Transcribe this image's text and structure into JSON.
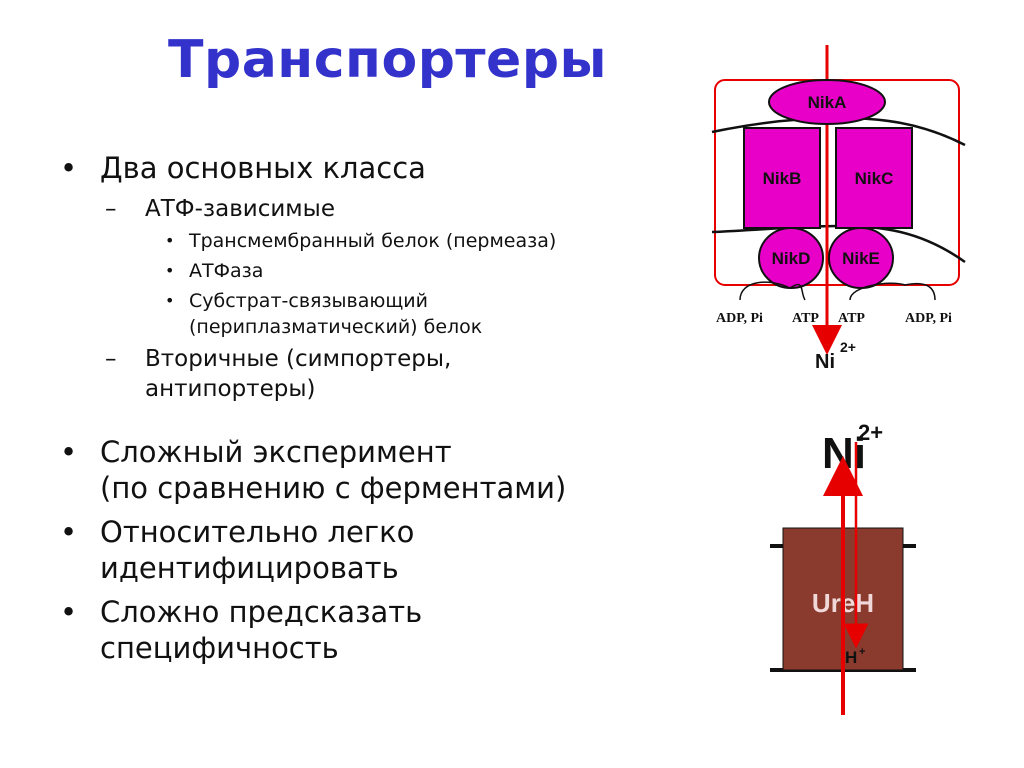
{
  "title": "Транспортеры",
  "bullets": {
    "classes": "Два основных класса",
    "atp_dependent": "АТФ-зависимые",
    "transmembrane": "Трансмембранный белок (пермеаза)",
    "atpase": "АТФаза",
    "substrate_line1": "Субстрат-связывающий",
    "substrate_line2": "(периплазматический) белок",
    "secondary_line1": "Вторичные (симпортеры,",
    "secondary_line2": "антипортеры)",
    "complex_line1": "Сложный эксперимент",
    "complex_line2": "(по сравнению с ферментами)",
    "easy_line1": "Относительно легко",
    "easy_line2": "идентифицировать",
    "hard_line1": "Сложно предсказать",
    "hard_line2": "специфичность"
  },
  "diagram_nik": {
    "nika": "NikA",
    "nikb": "NikB",
    "nikc": "NikC",
    "nikd": "NikD",
    "nike": "NikE",
    "adp_left": "ADP, Pi",
    "atp_left": "ATP",
    "atp_right": "ATP",
    "adp_right": "ADP, Pi",
    "ni": "Ni",
    "ni_charge": "2+"
  },
  "diagram_ureh": {
    "ni": "Ni",
    "ni_charge": "2+",
    "ureh": "UreH",
    "h": "H",
    "h_charge": "+"
  },
  "colors": {
    "title": "#3333cc",
    "protein": "#e800c8",
    "arrow": "#e60000",
    "ureh_box": "#8b3a2e"
  }
}
